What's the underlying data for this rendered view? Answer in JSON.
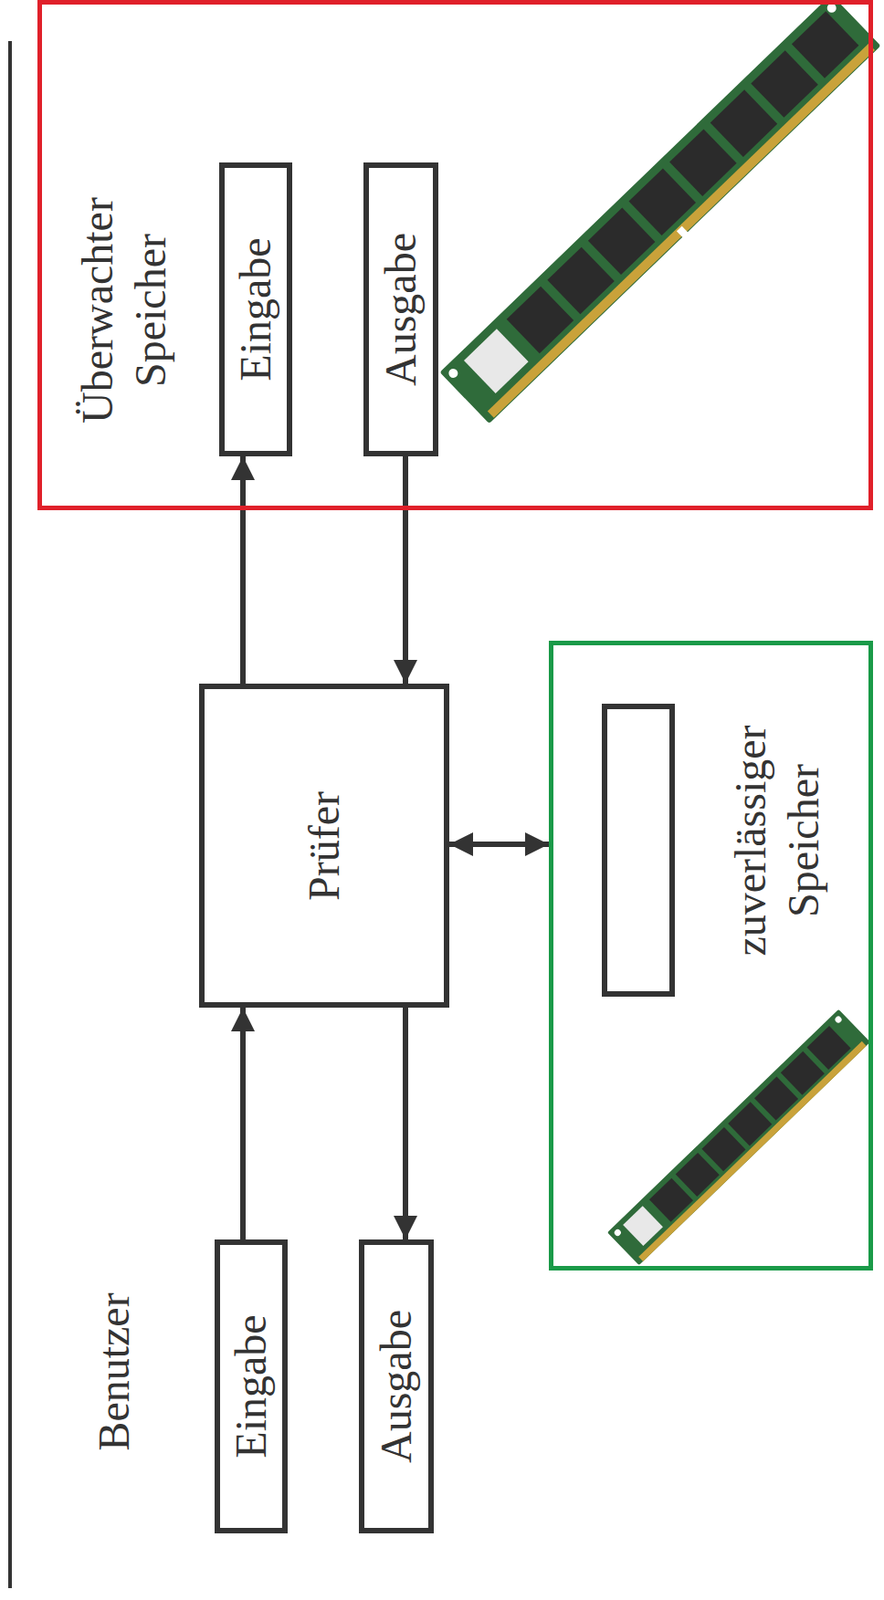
{
  "diagram": {
    "nodes": [
      {
        "text": [
          "Überwachter Speicher"
        ]
      },
      {
        "text": [
          "Eingabe"
        ],
        "in": 0
      },
      {
        "text": [
          "Ausgabe"
        ],
        "in": 0
      },
      {
        "text": [
          "Prüfer"
        ]
      },
      {
        "text": [
          "zuverlässiger Speicher"
        ]
      },
      {
        "text": [
          "Eingabe"
        ]
      },
      {
        "text": [
          "Ausgabe"
        ]
      }
    ],
    "edges": [
      {
        "from": 3,
        "to": 1,
        "arrow": "to"
      },
      {
        "from": 2,
        "to": 3,
        "arrow": "to"
      },
      {
        "from": 5,
        "to": 3,
        "arrow": "to"
      },
      {
        "from": 3,
        "to": 6,
        "arrow": "to"
      },
      {
        "from": 3,
        "to": 4,
        "arrow": "both"
      }
    ],
    "labels": [
      "Benutzer"
    ]
  }
}
